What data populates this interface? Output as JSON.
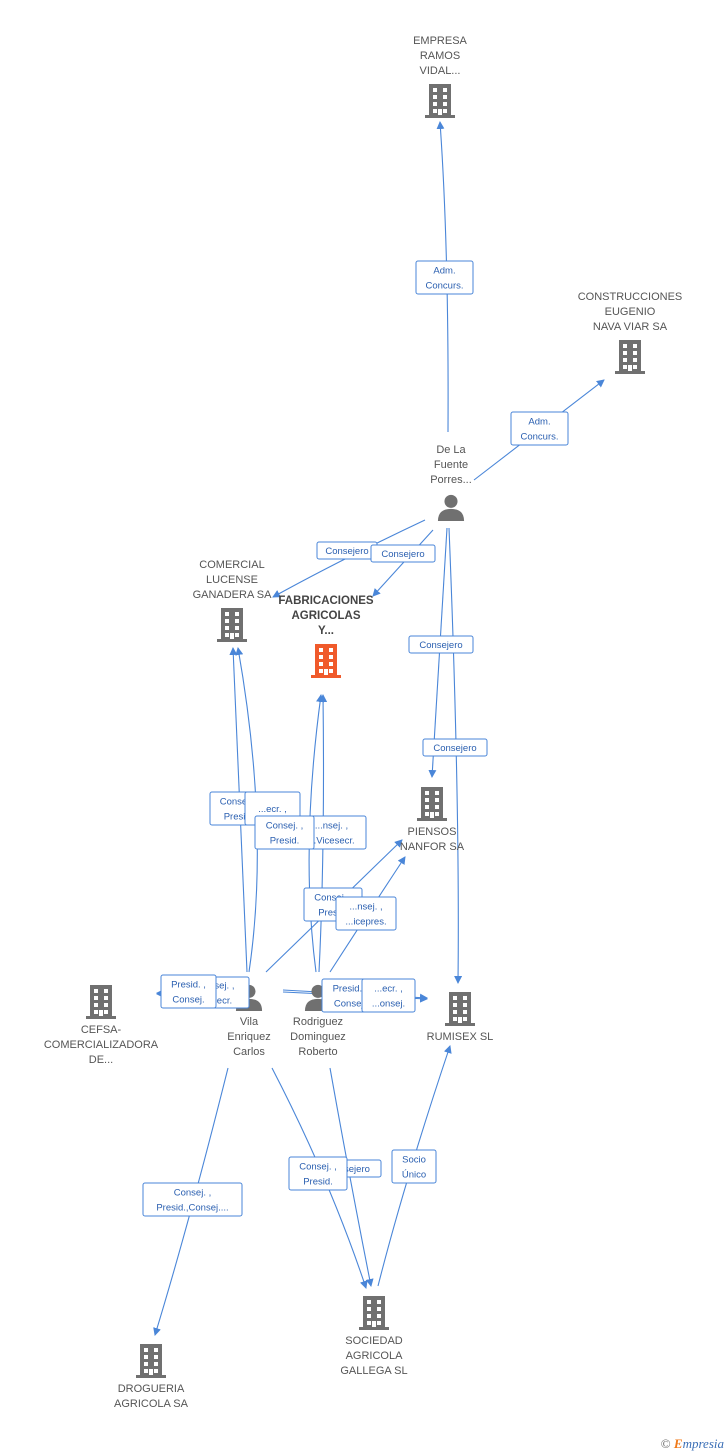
{
  "colors": {
    "edge": "#4a86d8",
    "company": "#707070",
    "company_main": "#f05a2b",
    "person": "#707070"
  },
  "nodes": [
    {
      "id": "empresa_ramos",
      "type": "company",
      "icon": "building-icon",
      "lines": [
        "EMPRESA",
        "RAMOS",
        "VIDAL..."
      ]
    },
    {
      "id": "construcciones",
      "type": "company",
      "icon": "building-icon",
      "lines": [
        "CONSTRUCCIONES",
        "EUGENIO",
        "NAVA VIAR SA"
      ]
    },
    {
      "id": "de_la_fuente",
      "type": "person",
      "icon": "person-icon",
      "lines": [
        "De La",
        "Fuente",
        "Porres..."
      ]
    },
    {
      "id": "comercial_lucense",
      "type": "company",
      "icon": "building-icon",
      "lines": [
        "COMERCIAL",
        "LUCENSE",
        "GANADERA SA"
      ]
    },
    {
      "id": "fabricaciones",
      "type": "company-main",
      "icon": "building-icon",
      "lines": [
        "FABRICACIONES",
        "AGRICOLAS",
        "Y..."
      ]
    },
    {
      "id": "piensos",
      "type": "company",
      "icon": "building-icon",
      "lines": [
        "PIENSOS",
        "NANFOR SA"
      ]
    },
    {
      "id": "cefsa",
      "type": "company",
      "icon": "building-icon",
      "lines": [
        "CEFSA-",
        "COMERCIALIZADORA",
        "DE..."
      ]
    },
    {
      "id": "vila",
      "type": "person",
      "icon": "person-icon",
      "lines": [
        "Vila",
        "Enriquez",
        "Carlos"
      ]
    },
    {
      "id": "rodriguez",
      "type": "person",
      "icon": "person-icon",
      "lines": [
        "Rodriguez",
        "Dominguez",
        "Roberto"
      ]
    },
    {
      "id": "rumisex",
      "type": "company",
      "icon": "building-icon",
      "lines": [
        "RUMISEX SL"
      ]
    },
    {
      "id": "sociedad",
      "type": "company",
      "icon": "building-icon",
      "lines": [
        "SOCIEDAD",
        "AGRICOLA",
        "GALLEGA SL"
      ]
    },
    {
      "id": "drogueria",
      "type": "company",
      "icon": "building-icon",
      "lines": [
        "DROGUERIA",
        "AGRICOLA SA"
      ]
    }
  ],
  "edges": [
    {
      "lines": [
        "Adm.",
        "Concurs."
      ]
    },
    {
      "lines": [
        "Adm.",
        "Concurs."
      ]
    },
    {
      "lines": [
        "Consejero"
      ]
    },
    {
      "lines": [
        "Consejero"
      ]
    },
    {
      "lines": [
        "Consejero"
      ]
    },
    {
      "lines": [
        "Consejero"
      ]
    },
    {
      "lines": [
        "Consej. ,",
        "Presid."
      ]
    },
    {
      "lines": [
        "...ecr. ,",
        ""
      ]
    },
    {
      "lines": [
        "...nsej. ,",
        "...Vicesecr."
      ]
    },
    {
      "lines": [
        "Consej. ,",
        "Presid."
      ]
    },
    {
      "lines": [
        "Consej. ,",
        "Presid."
      ]
    },
    {
      "lines": [
        "...sej. ,",
        "...ecr."
      ]
    },
    {
      "lines": [
        "Presid. ,",
        "Consej."
      ]
    },
    {
      "lines": [
        "Presid. ,",
        "Consej."
      ]
    },
    {
      "lines": [
        "...ecr. ,",
        "...onsej."
      ]
    },
    {
      "lines": [
        "...nsej. ,",
        "...icepres."
      ]
    },
    {
      "lines": [
        "Socio",
        "Único"
      ]
    },
    {
      "lines": [
        "...sejero"
      ]
    },
    {
      "lines": [
        "Consej. ,",
        "Presid."
      ]
    },
    {
      "lines": [
        "Consej. ,",
        "Presid.,Consej...."
      ]
    }
  ],
  "footer": {
    "copyright": "©",
    "brand_first": "E",
    "brand_rest": "mpresia"
  }
}
